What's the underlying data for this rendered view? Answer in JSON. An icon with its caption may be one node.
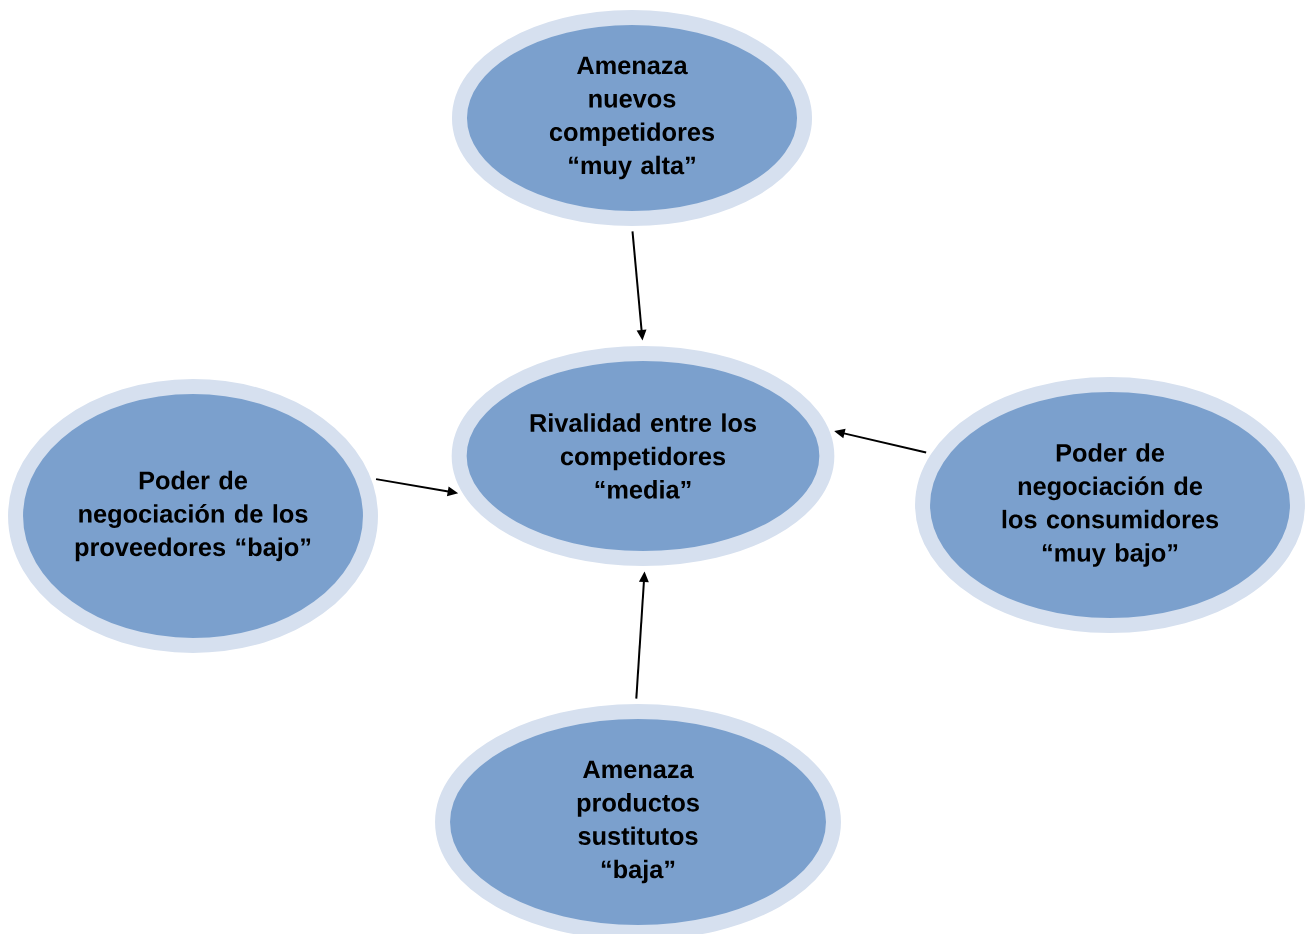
{
  "diagram": {
    "nodes": [
      {
        "text": [
          "Amenaza nuevos competidores “muy alta”"
        ]
      },
      {
        "text": [
          "Rivalidad entre los competidores “media”"
        ]
      },
      {
        "text": [
          "Poder de negociación de los proveedores “bajo”"
        ]
      },
      {
        "text": [
          "Poder de negociación de los consumidores “muy bajo”"
        ]
      },
      {
        "text": [
          "Amenaza productos sustitutos “baja”"
        ]
      }
    ],
    "edges": [
      {
        "from": 0,
        "to": 1,
        "arrow": "to"
      },
      {
        "from": 2,
        "to": 1,
        "arrow": "to"
      },
      {
        "from": 3,
        "to": 1,
        "arrow": "to"
      },
      {
        "from": 4,
        "to": 1,
        "arrow": "to"
      }
    ]
  }
}
